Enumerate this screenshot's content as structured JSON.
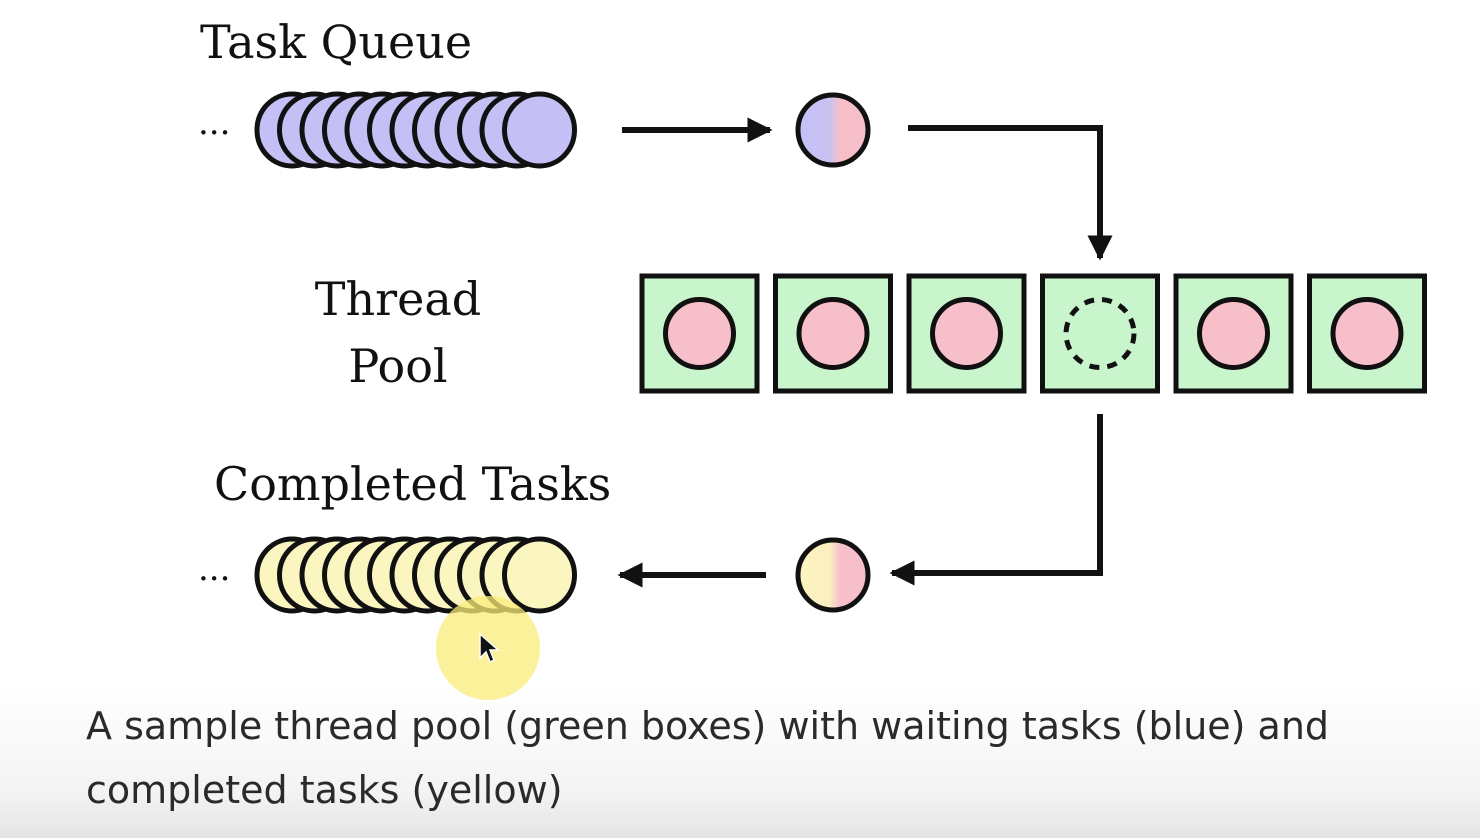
{
  "labels": {
    "task_queue": "Task Queue",
    "thread_line1": "Thread",
    "thread_line2": "Pool",
    "completed_tasks": "Completed Tasks",
    "ellipsis": "..."
  },
  "caption": "A sample thread pool (green boxes) with waiting tasks (blue) and completed tasks (yellow)",
  "queues": {
    "waiting_count": 12,
    "completed_count": 12
  },
  "thread_pool": {
    "slots": [
      {
        "state": "busy"
      },
      {
        "state": "busy"
      },
      {
        "state": "busy"
      },
      {
        "state": "idle"
      },
      {
        "state": "busy"
      },
      {
        "state": "busy"
      }
    ]
  },
  "colors": {
    "waiting": "#c4c0f6",
    "completed": "#fbf5c0",
    "running": "#f7bfc9",
    "thread_box": "#c8f5cb",
    "stroke": "#111111",
    "cursor_highlight": "#faec78"
  },
  "icons": {
    "cursor": "mouse-pointer-icon"
  }
}
